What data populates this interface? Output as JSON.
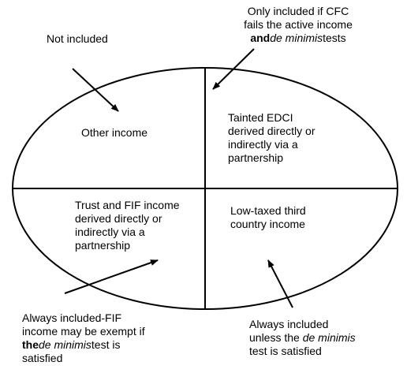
{
  "diagram": {
    "callouts": {
      "not_included": {
        "text": "Not included"
      },
      "top_right": {
        "line1": "Only included if CFC",
        "line2": "fails the active income",
        "line3_bold": "and",
        "line3_italic": "de minimis",
        "line3_end": "tests"
      },
      "bottom_left": {
        "line1": "Always included-FIF",
        "line2": "income may be exempt if",
        "line3_bold": "the",
        "line3_italic": "de minimis",
        "line3_end": "test is",
        "line4": "satisfied"
      },
      "bottom_right": {
        "line1": "Always included",
        "line2_start": "unless the",
        "line2_italic": "de minimis",
        "line3": "test is satisfied"
      }
    },
    "quadrants": {
      "top_left": {
        "line1": "Other income"
      },
      "top_right": {
        "line1": "Tainted EDCI",
        "line2": "derived directly or",
        "line3": "indirectly via a",
        "line4": "partnership"
      },
      "bottom_left": {
        "line1": "Trust and FIF income",
        "line2": "derived directly or",
        "line3": "indirectly via a",
        "line4": "partnership"
      },
      "bottom_right": {
        "line1": "Low-taxed third",
        "line2": "country income"
      }
    },
    "colors": {
      "stroke": "#000000",
      "background": "#ffffff"
    }
  }
}
